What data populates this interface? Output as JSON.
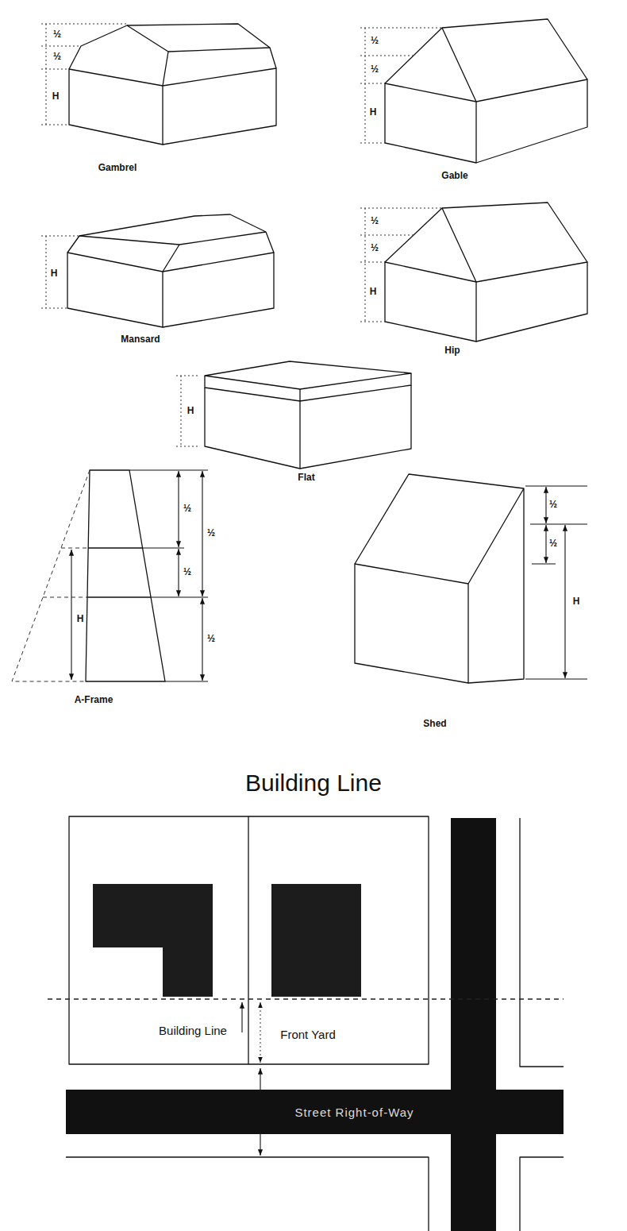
{
  "diagram": {
    "title": "Building Line",
    "nodes": [
      {
        "text": [
          "Street Right-of-Way"
        ]
      }
    ],
    "labels": [
      "½",
      "½",
      "H",
      "Gambrel",
      "½",
      "½",
      "H",
      "Gable",
      "H",
      "Mansard",
      "½",
      "½",
      "H",
      "Hip",
      "H",
      "Flat",
      "½",
      "½",
      "½",
      "H",
      "½",
      "A-Frame",
      "½",
      "½",
      "H",
      "Shed",
      "Building Line",
      "Front Yard"
    ]
  }
}
